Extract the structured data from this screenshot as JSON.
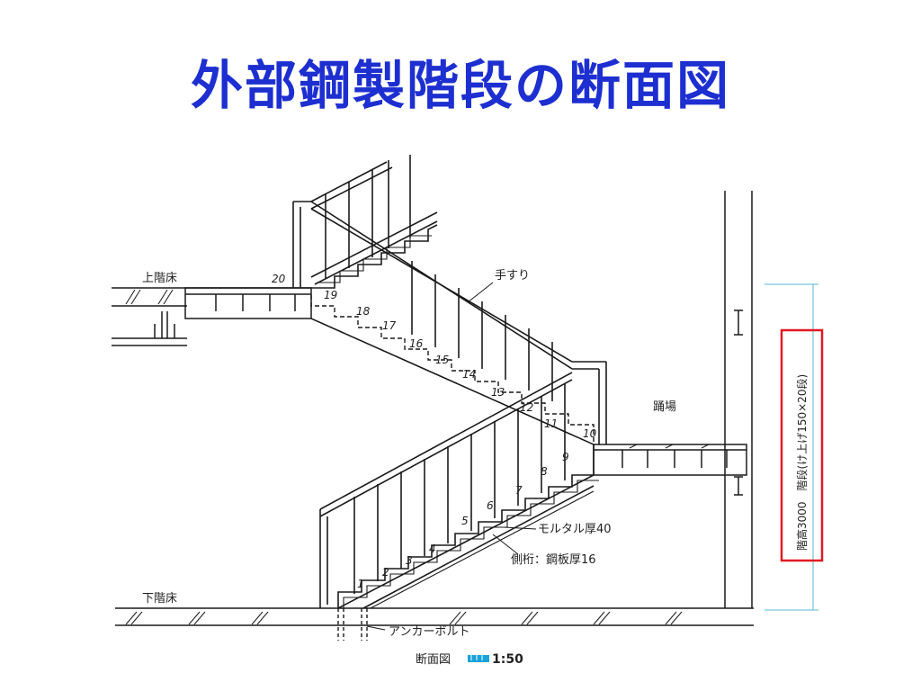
{
  "title": "外部鋼製階段の断面図",
  "labels": {
    "upper_floor": "上階床",
    "lower_floor": "下階床",
    "handrail": "手すり",
    "landing": "踊場",
    "mortar": "モルタル厚40",
    "stringer": "側桁：鋼板厚16",
    "anchor_bolt": "アンカーボルト",
    "dimension": "階高3000　階段(け上げ150×20段)"
  },
  "scale": {
    "caption": "断面図",
    "value": "1:50"
  },
  "steps": {
    "lower": [
      "1",
      "2",
      "3",
      "4",
      "5",
      "6",
      "7",
      "8",
      "9",
      "10"
    ],
    "upper": [
      "11",
      "12",
      "13",
      "14",
      "15",
      "16",
      "17",
      "18",
      "19",
      "20"
    ]
  },
  "colors": {
    "title": "#1d2fd0",
    "highlight": "#e01a22",
    "scale_bar": "#1aa3d9",
    "dimension_line": "#59b7d6",
    "line": "#1a1a1a"
  }
}
